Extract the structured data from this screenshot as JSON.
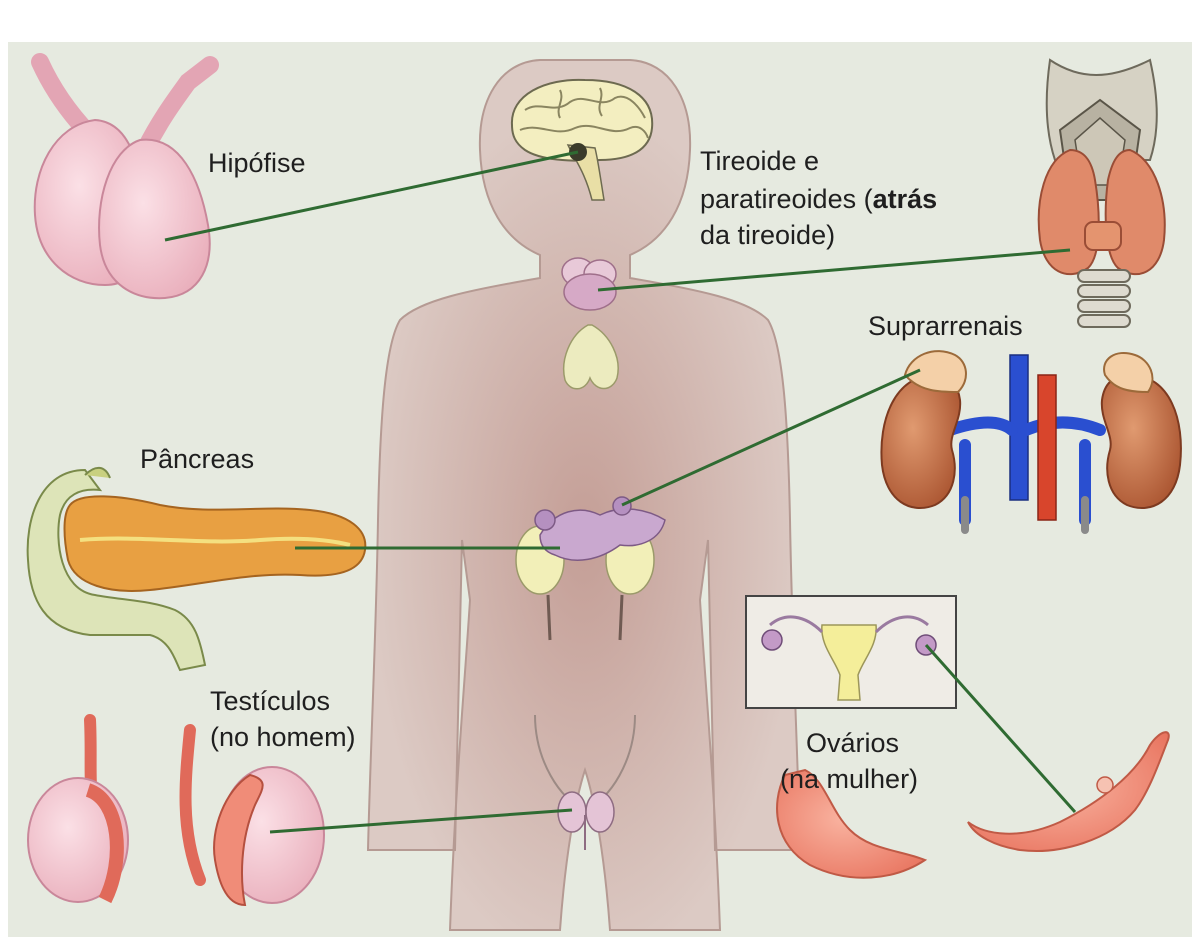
{
  "labels": {
    "hipofise": "Hipófise",
    "tireoide_line1": "Tireoide e",
    "tireoide_line2_a": "paratireoides (",
    "tireoide_line2_b": "atrás",
    "tireoide_line3": "da tireoide)",
    "suprarrenais": "Suprarrenais",
    "pancreas": "Pâncreas",
    "testiculos_line1": "Testículos",
    "testiculos_line2": "(no homem)",
    "ovarios_line1": "Ovários",
    "ovarios_line2": "(na mulher)"
  },
  "colors": {
    "background": "#e6eae0",
    "body": "#dcc9c3",
    "body_core": "#c9a39b",
    "pointer_line": "#2f6b32",
    "gland_pink": "#f0c4cf",
    "kidney": "#c9714a",
    "pancreas": "#e8a042",
    "organ_salmon": "#f08c78",
    "vein": "#2a4fd0",
    "artery": "#d8452c"
  }
}
